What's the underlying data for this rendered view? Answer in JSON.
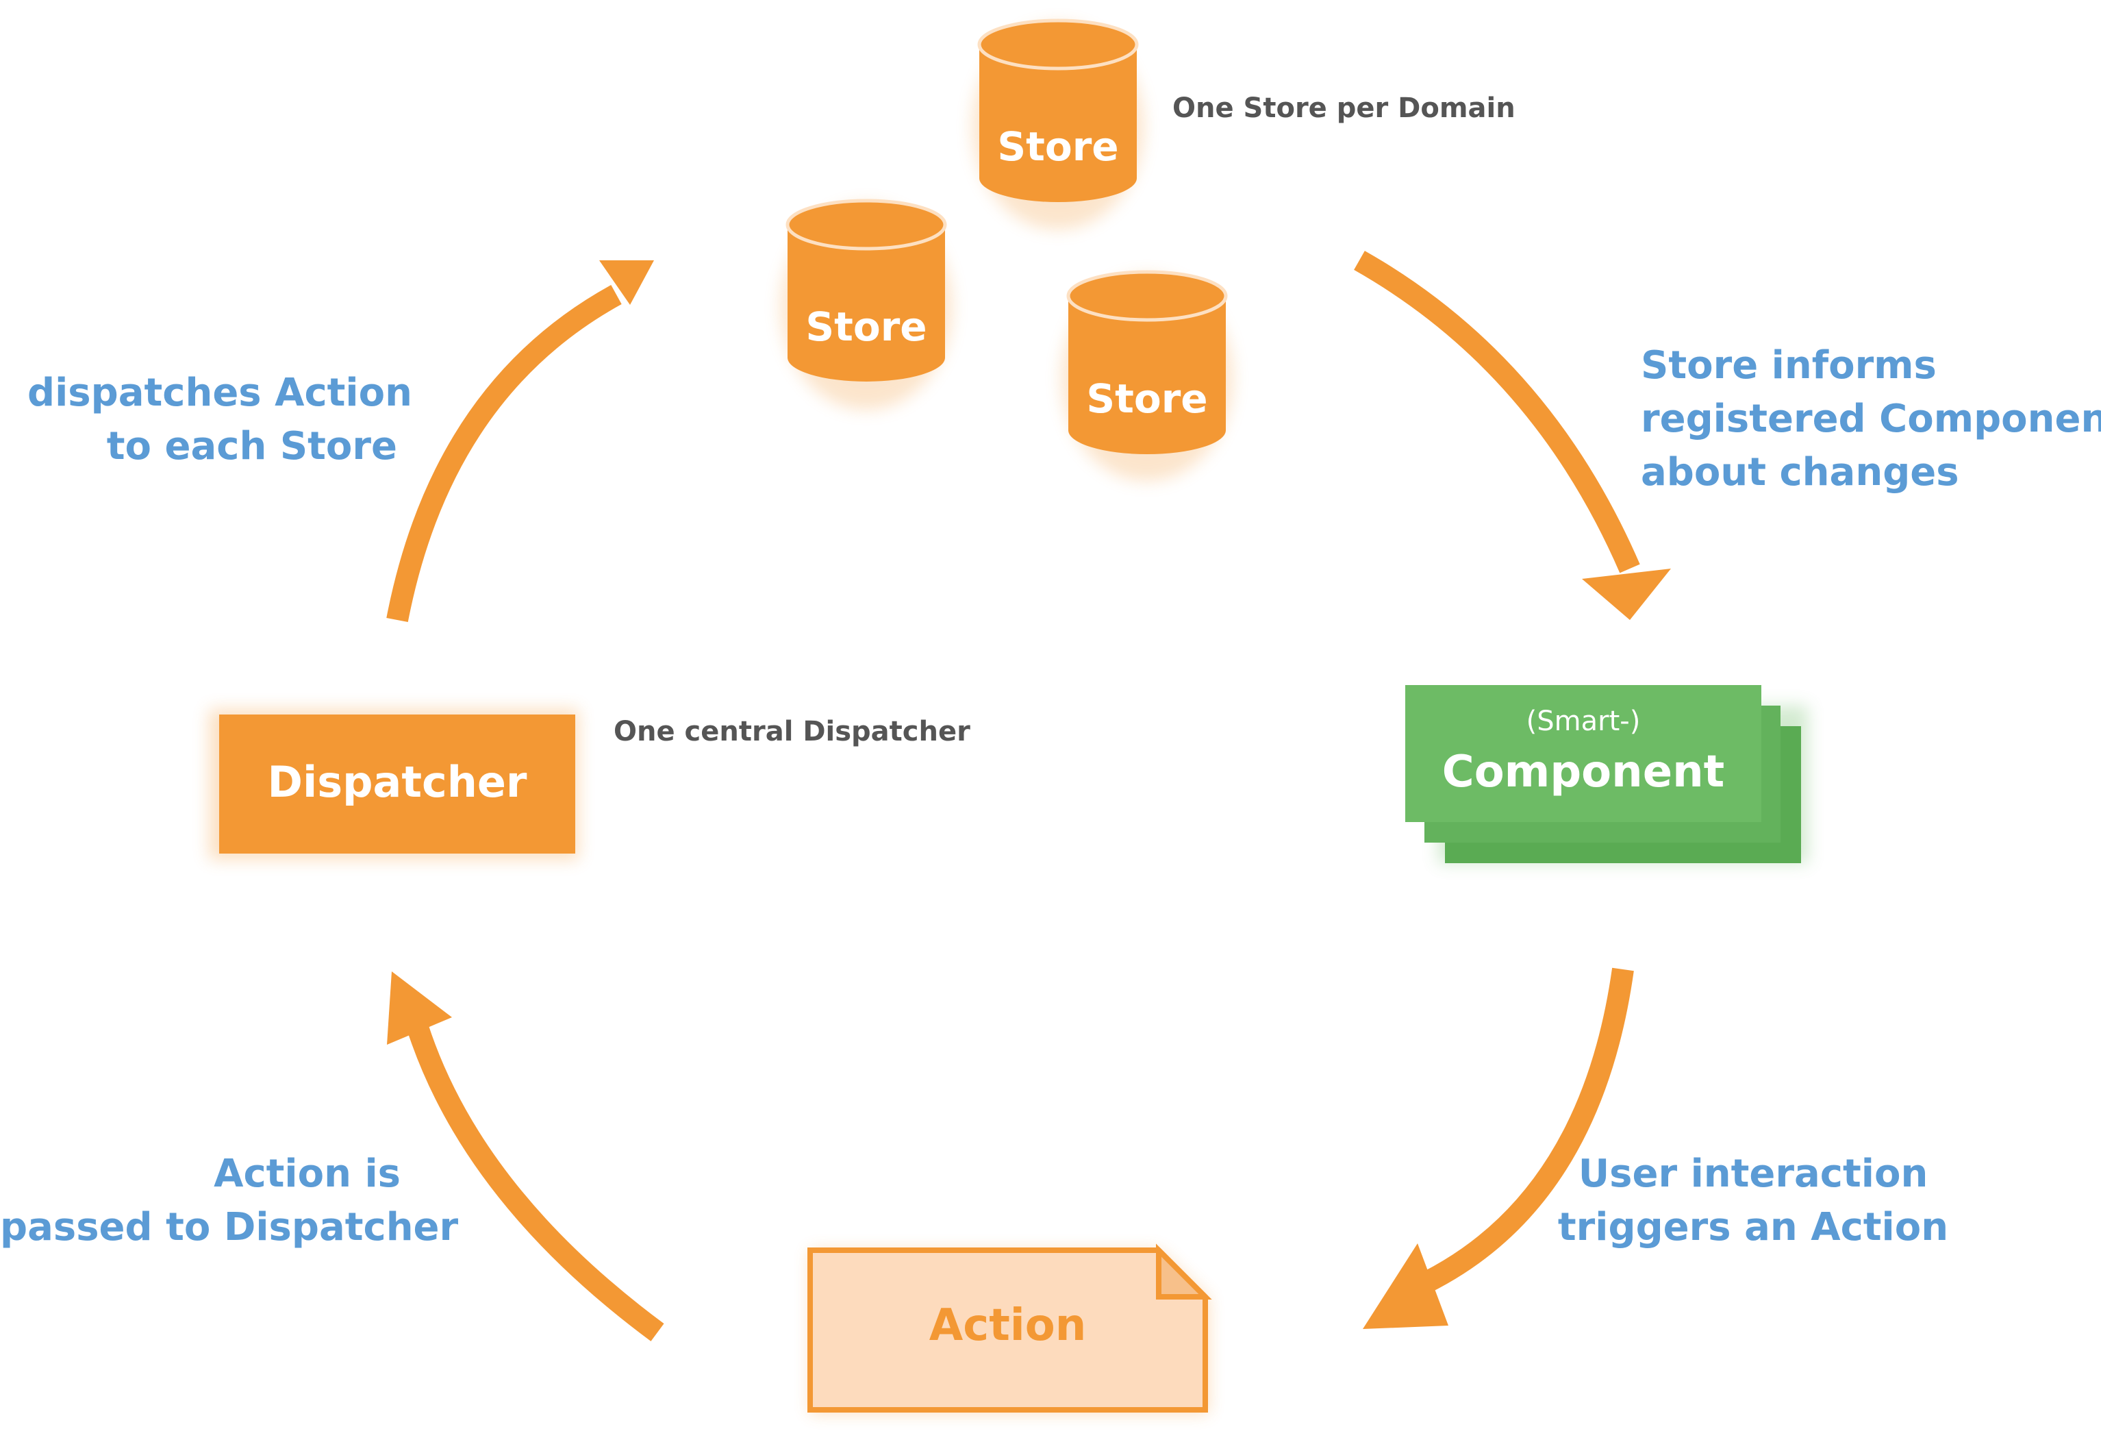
{
  "diagram": {
    "colors": {
      "orange": "#f39834",
      "orange_light": "#fddbbd",
      "green": "#6dbb65",
      "green_dark": "#5aab53",
      "blue_text": "#5b9bd5",
      "gray_text": "#555555"
    },
    "nodes": {
      "stores": {
        "label": "Store",
        "note": "One Store per Domain"
      },
      "component": {
        "prefix": "(Smart-)",
        "label": "Component"
      },
      "action": {
        "label": "Action"
      },
      "dispatcher": {
        "label": "Dispatcher",
        "note": "One central Dispatcher"
      }
    },
    "edges": {
      "store_to_component": {
        "lines": [
          "Store informs",
          "registered Components",
          "about changes"
        ]
      },
      "component_to_action": {
        "lines": [
          "User interaction",
          "triggers an Action"
        ]
      },
      "action_to_dispatcher": {
        "lines": [
          "Action is",
          "passed to Dispatcher"
        ]
      },
      "dispatcher_to_store": {
        "lines": [
          "dispatches Action",
          "to each Store"
        ]
      }
    }
  }
}
